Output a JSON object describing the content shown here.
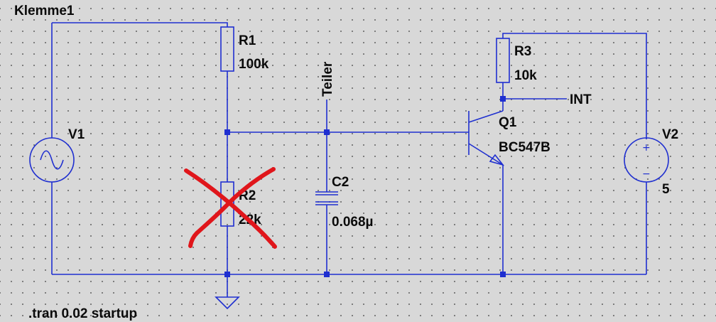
{
  "labels": {
    "net_klemme": "Klemme1",
    "net_teiler": "Teiler",
    "net_int": "INT",
    "directive": ".tran 0.02 startup"
  },
  "components": {
    "r1": {
      "name": "R1",
      "value": "100k"
    },
    "r2": {
      "name": "R2",
      "value": "22k"
    },
    "r3": {
      "name": "R3",
      "value": "10k"
    },
    "c2": {
      "name": "C2",
      "value": "0.068µ"
    },
    "q1": {
      "name": "Q1",
      "value": "BC547B"
    },
    "v1": {
      "name": "V1"
    },
    "v2": {
      "name": "V2",
      "value": "5",
      "plus": "+",
      "minus": "−"
    }
  },
  "colors": {
    "wire": "#1f2fd0",
    "cross": "#e0161b",
    "background": "#d8d8d8"
  }
}
